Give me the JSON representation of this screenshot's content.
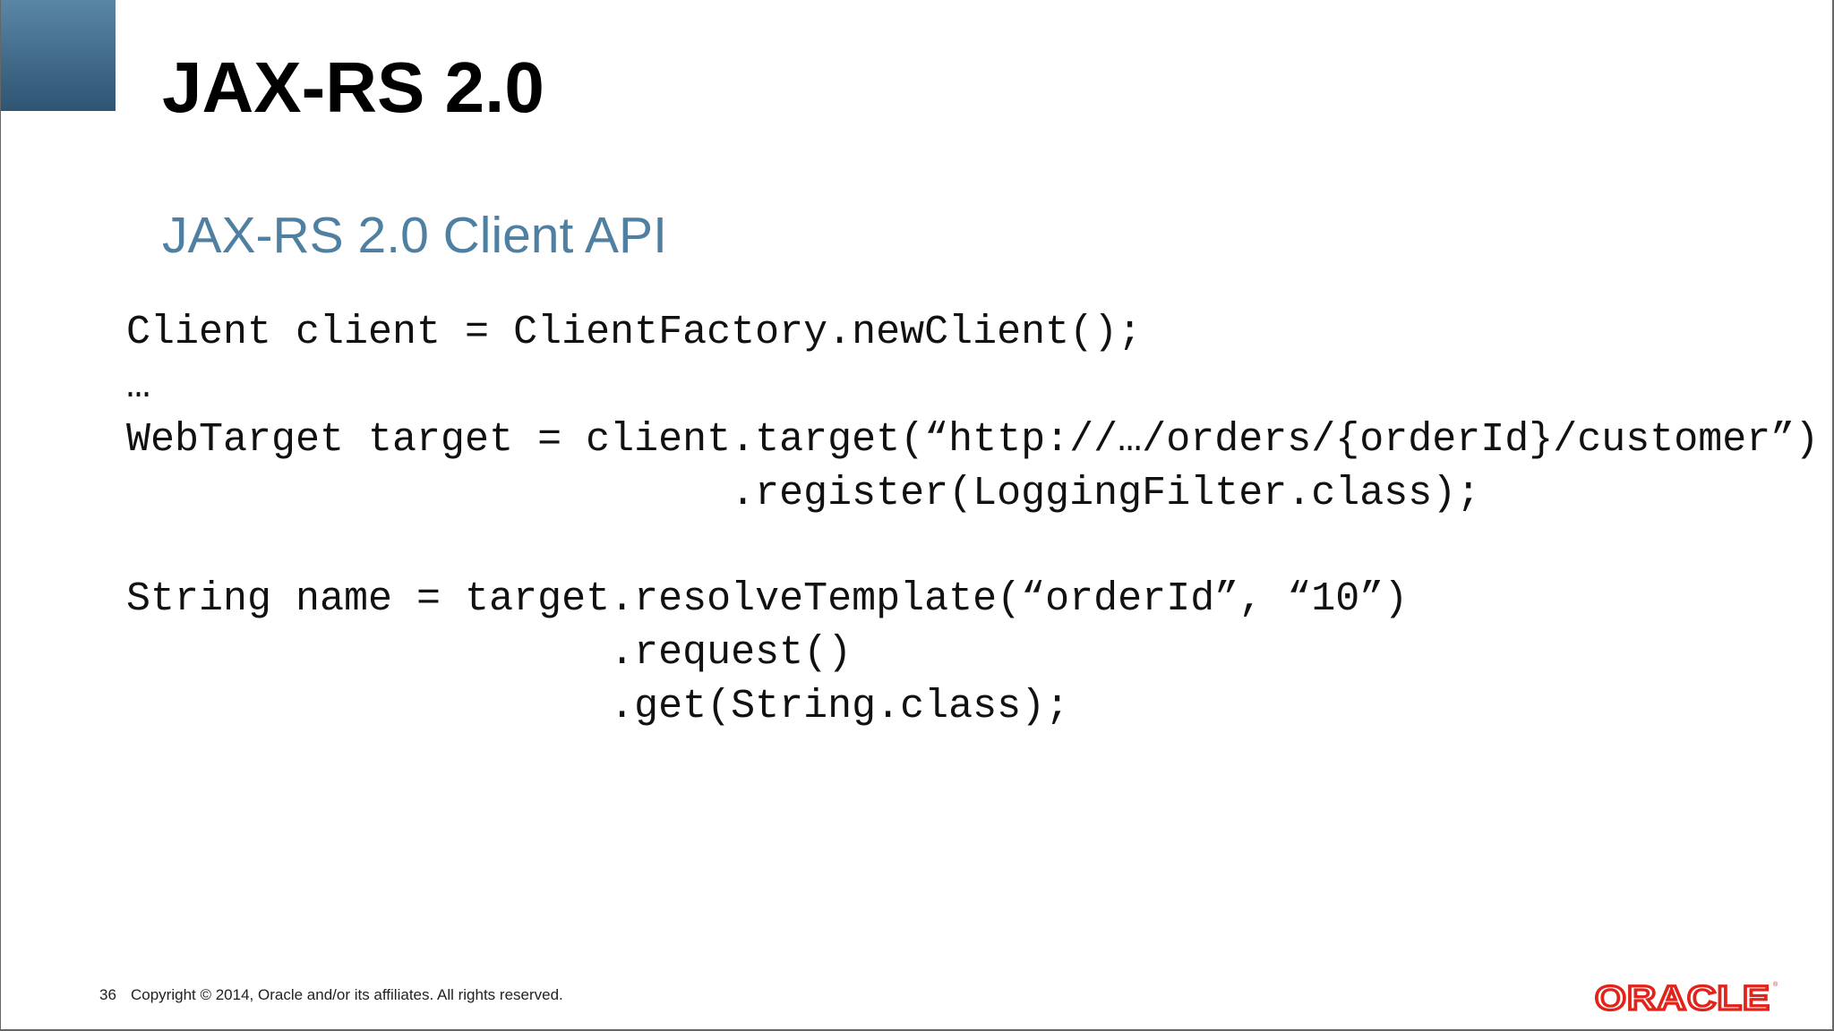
{
  "slide": {
    "title": "JAX-RS 2.0",
    "subtitle": "JAX-RS 2.0 Client API",
    "code_lines": [
      "Client client = ClientFactory.newClient();",
      "…",
      "WebTarget target = client.target(“http://…/orders/{orderId}/customer”)",
      "                         .register(LoggingFilter.class);",
      "",
      "String name = target.resolveTemplate(“orderId”, “10”)",
      "                    .request()",
      "                    .get(String.class);"
    ]
  },
  "footer": {
    "page_number": "36",
    "copyright": "Copyright © 2014, Oracle and/or its affiliates. All rights reserved.",
    "logo_text": "ORACLE"
  },
  "colors": {
    "accent_block": "#3f6886",
    "subtitle": "#4f7fa1",
    "logo_red": "#e2231a"
  }
}
